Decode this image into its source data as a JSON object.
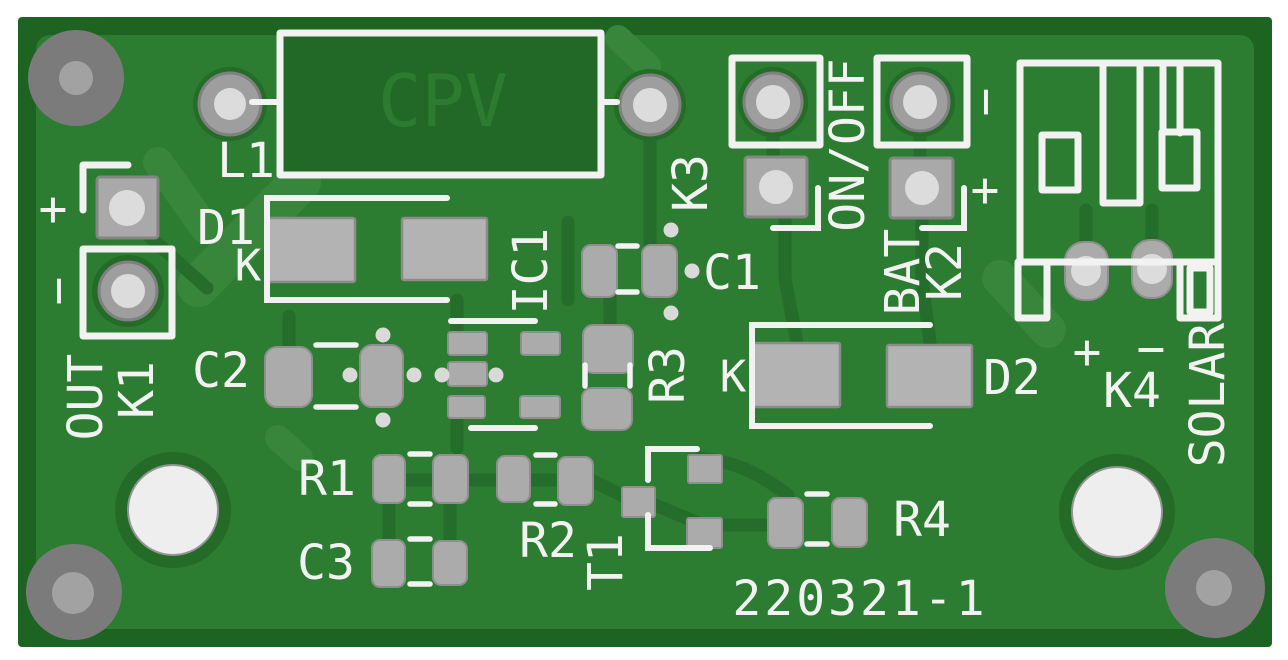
{
  "board": {
    "silkscreen_id": "220321-1",
    "colors": {
      "background": "#ffffff",
      "board_edge": "#1d6322",
      "board_surface": "#2c7c31",
      "module_area": "#226826",
      "module_text_green": "#2d7b31",
      "copper_trace": "#256d2a",
      "copper_pour": "#37863b",
      "pad_gray": "#ababab",
      "pad_hole_light": "#dcdcdc",
      "silkscreen_white": "#f2f2f2"
    }
  },
  "components": {
    "module": "CPV",
    "inductor": "L1",
    "diode1": "D1",
    "diode1_cathode": "K",
    "diode2": "D2",
    "diode2_cathode": "K",
    "ic": "IC1",
    "transistor": "T1",
    "capacitors": {
      "c1": "C1",
      "c2": "C2",
      "c3": "C3"
    },
    "resistors": {
      "r1": "R1",
      "r2": "R2",
      "r3": "R3",
      "r4": "R4"
    }
  },
  "connectors": {
    "k1": {
      "name": "K1",
      "function": "OUT",
      "plus": "+",
      "minus": "−"
    },
    "k2": {
      "name": "K2",
      "function": "BAT",
      "plus": "+",
      "minus": "−"
    },
    "k3": {
      "name": "K3",
      "function": "ON/OFF"
    },
    "k4": {
      "name": "K4",
      "function": "SOLAR",
      "plus": "+",
      "minus": "−"
    }
  }
}
